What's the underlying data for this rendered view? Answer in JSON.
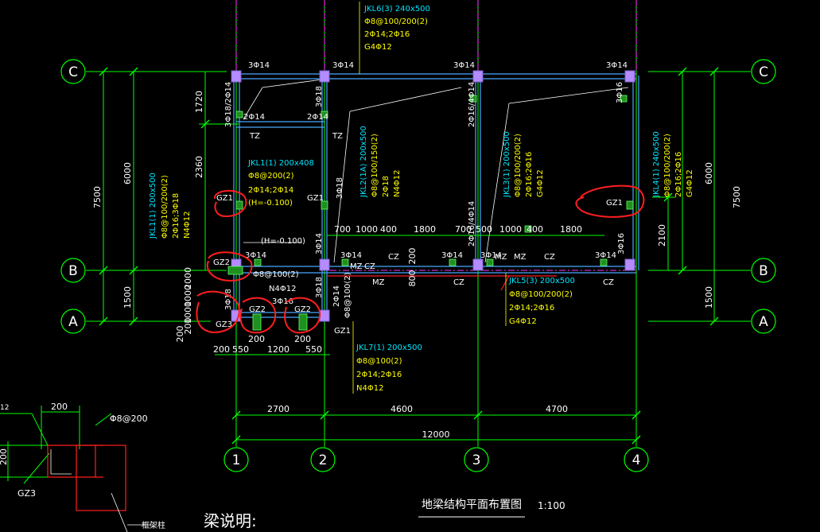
{
  "colors": {
    "background": "#000000",
    "dimension": "#00ff00",
    "wall": "#4aa8ff",
    "beam_label_cyan": "#00e5ff",
    "beam_label_yellow": "#ffff00",
    "column": "#b48cff",
    "axis": "#ff33ff",
    "markup": "#ff1e1e",
    "white": "#ffffff"
  },
  "axes": {
    "letters": [
      "C",
      "B",
      "A"
    ],
    "numbers": [
      "1",
      "2",
      "3",
      "4"
    ]
  },
  "dimensions": {
    "left_outer": "7500",
    "left_inner_top": "6000",
    "left_inner_bottom": "1500",
    "left_sub_1": "1720",
    "left_sub_2": "2360",
    "right_outer": "7500",
    "right_inner_top": "6000",
    "right_inner_bottom": "1500",
    "right_sub": "2100",
    "bottom_1": "2700",
    "bottom_2": "4600",
    "bottom_3": "4700",
    "bottom_total": "12000",
    "mid_row": [
      "700",
      "1000",
      "400",
      "1800",
      "700",
      "500",
      "1000",
      "400",
      "1800"
    ],
    "small_row": [
      "200",
      "550",
      "1200",
      "550"
    ],
    "small_200a": "200",
    "small_200b": "200",
    "stair_left": [
      "2000",
      "1000",
      "1000",
      "200",
      "200"
    ],
    "mid_800": "800",
    "mid_200": "200"
  },
  "beams": {
    "jkl6": [
      "JKL6(3) 240x500",
      "Φ8@100/200(2)",
      "2Φ14;2Φ16",
      "G4Φ12"
    ],
    "jkl1": [
      "JKL1(1) 200x500",
      "Φ8@100/200(2)",
      "2Φ16;3Φ18",
      "N4Φ12"
    ],
    "jkl1b": [
      "JKL1(1) 200x408",
      "Φ8@200(2)",
      "2Φ14;2Φ14",
      "(H=-0.100)"
    ],
    "jkl2": [
      "JKL2(1A) 200x500",
      "Φ8@100/150(2)",
      "2Φ18",
      "N4Φ12"
    ],
    "jkl3": [
      "JKL3(1) 200x500",
      "Φ8@100/200(2)",
      "2Φ16;2Φ16",
      "G4Φ12"
    ],
    "jkl4": [
      "JKL4(1) 240x500",
      "Φ8@100/200(2)",
      "2Φ16;2Φ16",
      "G4Φ12"
    ],
    "jkl5": [
      "JKL5(3) 200x500",
      "Φ8@100/200(2)",
      "2Φ14;2Φ16",
      "G4Φ12"
    ],
    "jkl7": [
      "JKL7(1) 200x500",
      "Φ8@100(2)",
      "2Φ14;2Φ16",
      "N4Φ12"
    ]
  },
  "rebar": {
    "top_1": "3Φ14",
    "top_2": "3Φ14",
    "top_3": "3Φ14",
    "top_4": "3Φ14",
    "side_1": "3Φ18/2Φ14",
    "side_2": "3Φ18",
    "side_3": "2Φ16/4Φ14",
    "side_4": "3Φ16",
    "mid_1": "2Φ14",
    "mid_2": "2Φ14",
    "v1": "3Φ18",
    "v2": "2Φ16/4Φ14",
    "v3": "3Φ16",
    "b_1": "3Φ14",
    "b_2": "3Φ14",
    "b_3": "3Φ14",
    "b_4": "3Φ14",
    "b_5": "3Φ14",
    "b_6": "3Φ14",
    "gz_beam": "Φ8@100(2)",
    "gz_beam_b": "N4Φ12",
    "low_1": "3Φ18",
    "low_2": "3Φ16",
    "low_3": "3Φ18",
    "low_4": "2Φ14",
    "low_5": "Φ8@100(2)",
    "stair_h": "(H=-0.100)"
  },
  "tags": {
    "tz1": "TZ",
    "tz2": "TZ",
    "gz1_a": "GZ1",
    "gz1_b": "GZ1",
    "gz1_c": "GZ1",
    "gz1_d": "GZ1",
    "gz2_a": "GZ2",
    "gz2_b": "GZ2",
    "gz2_c": "GZ2",
    "gz3": "GZ3",
    "mz_1": "MZ",
    "mz_2": "MZ",
    "mz_3": "MZ",
    "mz_4": "MZ",
    "cz_1": "CZ",
    "cz_2": "CZ",
    "cz_3": "CZ",
    "cz_4": "CZ",
    "cz_5": "CZ"
  },
  "detail": {
    "dim_200a": "200",
    "dim_200b": "200",
    "stirrup": "Φ8@200",
    "gz3": "GZ3",
    "frame_col": "框架柱",
    "left_cut": "12"
  },
  "footer": {
    "notes_title": "梁说明:",
    "drawing_title": "地梁结构平面布置图",
    "scale": "1:100"
  }
}
